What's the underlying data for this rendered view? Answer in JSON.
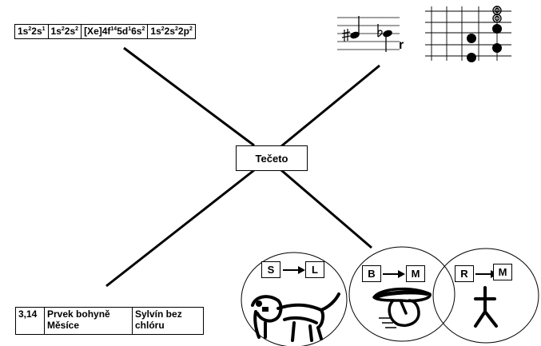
{
  "config_table": {
    "cells": [
      {
        "parts": [
          [
            "1s",
            "2"
          ],
          [
            "2s",
            "1"
          ]
        ]
      },
      {
        "parts": [
          [
            "1s",
            "2"
          ],
          [
            "2s",
            "2"
          ]
        ]
      },
      {
        "parts": [
          [
            "[Xe]4f",
            "14"
          ],
          [
            "5d",
            "1"
          ],
          [
            "6s",
            "2"
          ]
        ]
      },
      {
        "parts": [
          [
            "1s",
            "2"
          ],
          [
            "2s",
            "2"
          ],
          [
            "2p",
            "2"
          ]
        ]
      }
    ]
  },
  "center": {
    "label": "Tečeto"
  },
  "answers_table": {
    "cells": [
      "3,14",
      "Prvek bohyně Měsíce",
      "Sylvín bez chlóru"
    ]
  },
  "note_suffix": "r",
  "rebus": [
    {
      "from": "S",
      "to": "L",
      "picture": "lion-picture"
    },
    {
      "from": "B",
      "to": "M",
      "picture": "mushroom-picture"
    },
    {
      "from": "R",
      "to": "M",
      "picture": "stick-figure-picture"
    }
  ],
  "colors": {
    "ink": "#000000",
    "background": "#ffffff"
  }
}
